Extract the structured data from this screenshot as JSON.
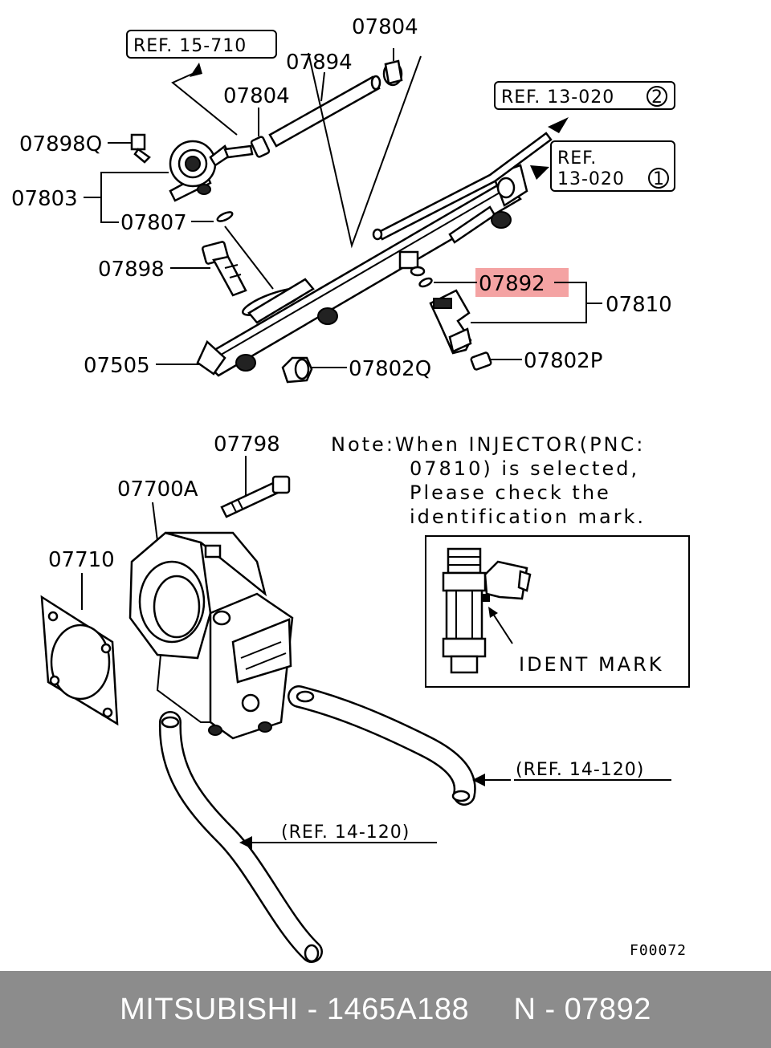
{
  "diagram": {
    "labels": {
      "p07804a": "07804",
      "p07894": "07894",
      "p07804b": "07804",
      "p07898q": "07898Q",
      "p07803": "07803",
      "p07807": "07807",
      "p07898": "07898",
      "p07505": "07505",
      "p07802q": "07802Q",
      "p07892": "07892",
      "p07810": "07810",
      "p07802p": "07802P",
      "p07798": "07798",
      "p07700a": "07700A",
      "p07710": "07710"
    },
    "refs": {
      "ref_15_710": "REF. 15-710",
      "ref_13_020_2": "REF. 13-020",
      "ref_13_020_2_circle": "2",
      "ref_13_020_1_line1": "REF.",
      "ref_13_020_1_line2": "13-020",
      "ref_13_020_1_circle": "1",
      "ref_14_120_right": "(REF. 14-120)",
      "ref_14_120_left": "(REF. 14-120)"
    },
    "note": {
      "line1": "Note:When INJECTOR(PNC:",
      "line2": "07810) is selected,",
      "line3": "Please check the",
      "line4": "identification mark.",
      "ident_mark": "IDENT MARK"
    },
    "figure_code": "F00072",
    "highlight_color": "#f4a3a3"
  },
  "footer": {
    "text": "MITSUBISHI - 1465A188     N - 07892",
    "background": "#8c8c8c"
  }
}
